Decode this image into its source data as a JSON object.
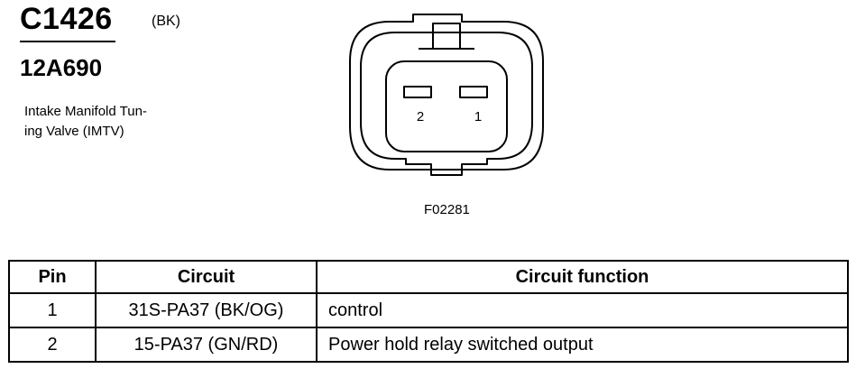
{
  "header": {
    "connector_id": "C1426",
    "color_code": "(BK)",
    "part_number": "12A690",
    "description_line1": "Intake Manifold Tun-",
    "description_line2": "ing Valve (IMTV)"
  },
  "diagram": {
    "pin_labels": [
      "2",
      "1"
    ],
    "figure_code": "F02281"
  },
  "table": {
    "headers": [
      "Pin",
      "Circuit",
      "Circuit function"
    ],
    "rows": [
      {
        "pin": "1",
        "circuit": "31S-PA37 (BK/OG)",
        "function": "control"
      },
      {
        "pin": "2",
        "circuit": "15-PA37 (GN/RD)",
        "function": "Power hold relay switched output"
      }
    ]
  }
}
